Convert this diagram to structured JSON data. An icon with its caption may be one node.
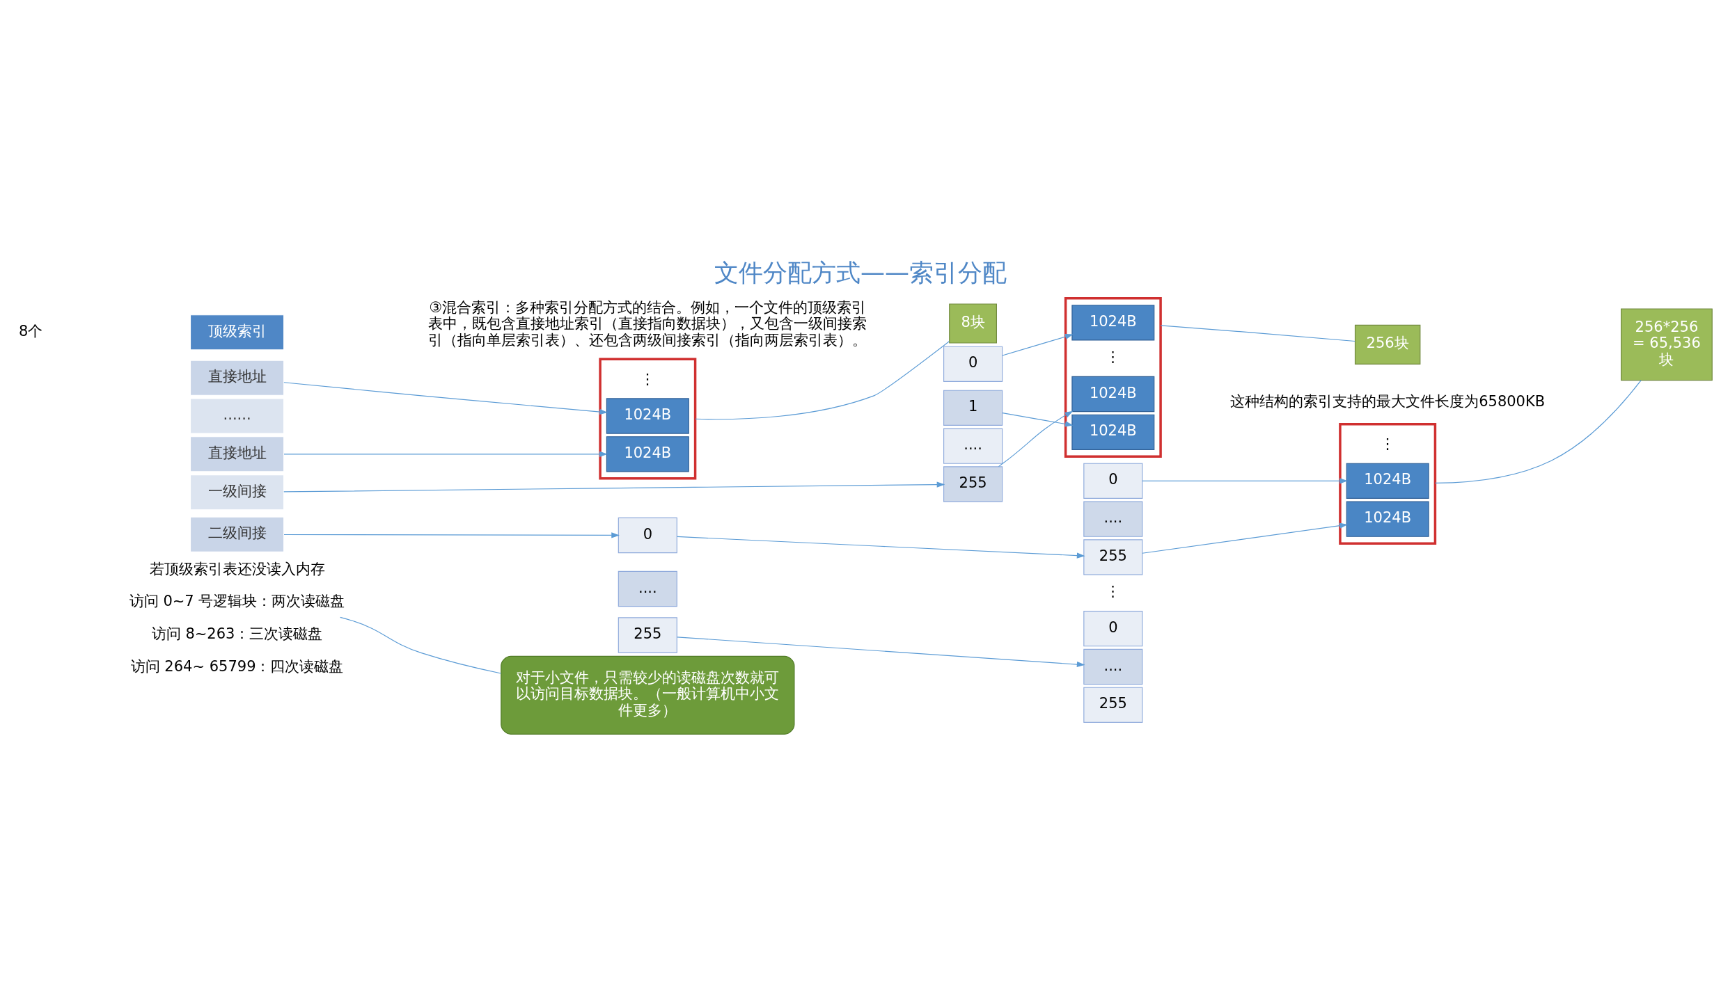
{
  "diagram": {
    "title": "文件分配方式——索引分配",
    "nodes": [
      {
        "text": [
          "顶级索引"
        ]
      },
      {
        "text": [
          "直接地址"
        ]
      },
      {
        "text": [
          "......"
        ]
      },
      {
        "text": [
          "直接地址"
        ]
      },
      {
        "text": [
          "一级间接"
        ]
      },
      {
        "text": [
          "二级间接"
        ]
      },
      {
        "text": [],
        "shape": "box"
      },
      {
        "text": [
          "1024B"
        ],
        "in": 6
      },
      {
        "text": [
          "1024B"
        ],
        "in": 6
      },
      {
        "text": [
          "8块"
        ]
      },
      {
        "text": [
          "0"
        ]
      },
      {
        "text": [
          "0"
        ]
      },
      {
        "text": [
          "1"
        ]
      },
      {
        "text": [
          "...."
        ]
      },
      {
        "text": [
          "255"
        ]
      },
      {
        "text": [],
        "shape": "box"
      },
      {
        "text": [
          "1024B"
        ],
        "in": 15
      },
      {
        "text": [
          "1024B"
        ],
        "in": 15
      },
      {
        "text": [
          "1024B"
        ],
        "in": 15
      },
      {
        "text": [
          "256块"
        ]
      },
      {
        "text": [
          "0"
        ]
      },
      {
        "text": [
          "...."
        ]
      },
      {
        "text": [
          "255"
        ]
      },
      {
        "text": [
          "...."
        ]
      },
      {
        "text": [
          "255"
        ]
      },
      {
        "text": [
          "0"
        ]
      },
      {
        "text": [
          "...."
        ]
      },
      {
        "text": [
          "255"
        ]
      },
      {
        "text": [],
        "shape": "box"
      },
      {
        "text": [
          "1024B"
        ],
        "in": 28
      },
      {
        "text": [
          "1024B"
        ],
        "in": 28
      },
      {
        "text": [
          "256*256 = 65,536 块"
        ]
      },
      {
        "text": [
          "访问 0~7 号逻辑块：两次读磁盘"
        ]
      },
      {
        "text": [
          "对于小文件，只需较少的读磁盘次数就可以访问目标数据块。（一般计算机中小文件更多）"
        ]
      }
    ],
    "edges": [
      {
        "from": 1,
        "to": 7,
        "arrow": "to"
      },
      {
        "from": 3,
        "to": 8,
        "arrow": "to"
      },
      {
        "from": 4,
        "to": 14,
        "arrow": "to"
      },
      {
        "from": 5,
        "to": 10,
        "arrow": "to"
      },
      {
        "from": 11,
        "to": 16,
        "arrow": "to"
      },
      {
        "from": 12,
        "to": 17,
        "arrow": "to"
      },
      {
        "from": 14,
        "to": 18,
        "arrow": "to"
      },
      {
        "from": 10,
        "to": 22,
        "arrow": "to"
      },
      {
        "from": 24,
        "to": 26,
        "arrow": "to"
      },
      {
        "from": 20,
        "to": 29,
        "arrow": "to"
      },
      {
        "from": 22,
        "to": 30,
        "arrow": "to"
      },
      {
        "from": 9,
        "to": 6,
        "arrow": "none"
      },
      {
        "from": 19,
        "to": 15,
        "arrow": "none"
      },
      {
        "from": 31,
        "to": 28,
        "arrow": "none"
      },
      {
        "from": 33,
        "to": 32,
        "arrow": "none"
      }
    ],
    "labels": [
      "③混合索引：多种索引分配方式的结合。例如，一个文件的顶级索引表中，既包含直接地址索引（直接指向数据块），又包含一级间接索引（指向单层索引表）、还包含两级间接索引（指向两层索引表）。",
      "8个",
      "⋮",
      "⋮",
      "⋮",
      "⋮",
      "若顶级索引表还没读入内存",
      "访问 8~263：三次读磁盘",
      "访问 264~ 65799：四次读磁盘",
      "这种结构的索引支持的最大文件长度为65800KB"
    ]
  }
}
